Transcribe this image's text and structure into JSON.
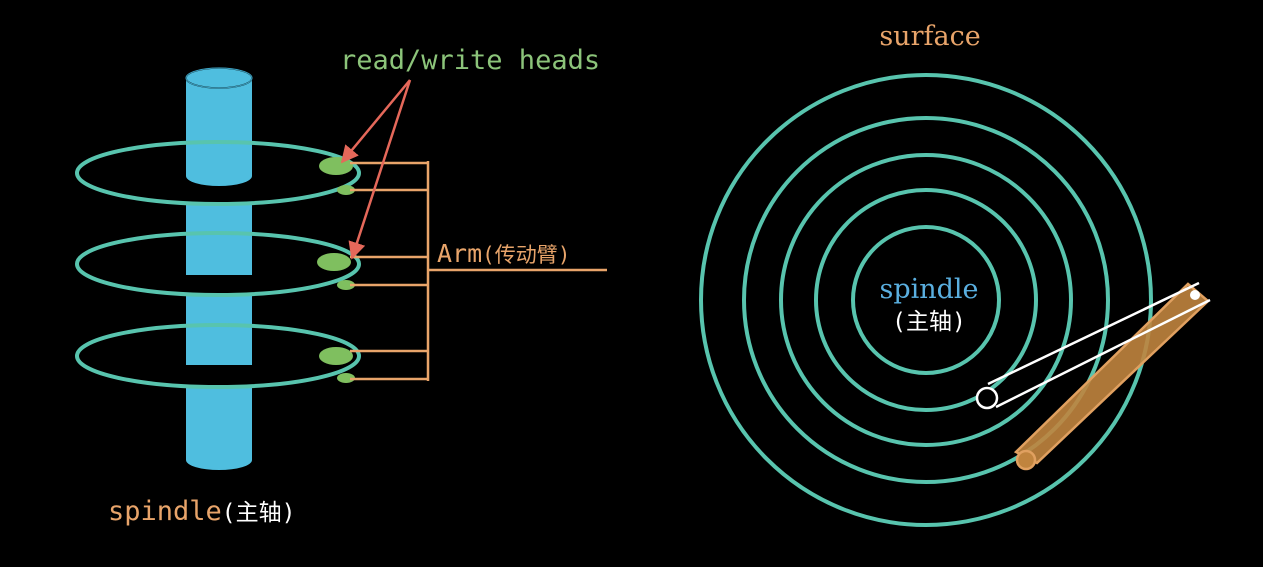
{
  "labels": {
    "heads": "read/write heads",
    "arm_name": "Arm",
    "arm_cn": "(传动臂)",
    "spindle_left_name": "spindle",
    "spindle_left_cn": "(主轴)",
    "surface": "surface",
    "spindle_center_name": "spindle",
    "spindle_center_cn": "(主轴)"
  },
  "colors": {
    "background": "#000000",
    "platter_ring": "#58C4AE",
    "spindle": "#4FBEDF",
    "head": "#7FBF5F",
    "arm": "#E8A46A",
    "arrow": "#E5685A",
    "heads_label": "#8CC47A",
    "arm_label": "#E8A46A",
    "surface_label": "#E8A46A",
    "spindle_center_label": "#5AAFE0",
    "spindle_cn_label": "#FFFFFF",
    "right_arm_fill": "#C0843E",
    "right_arm_stroke": "#E0A060",
    "right_head_arm": "#FFFFFF"
  },
  "icons": {
    "left": "hard-disk-side-view",
    "right": "hard-disk-top-view"
  }
}
